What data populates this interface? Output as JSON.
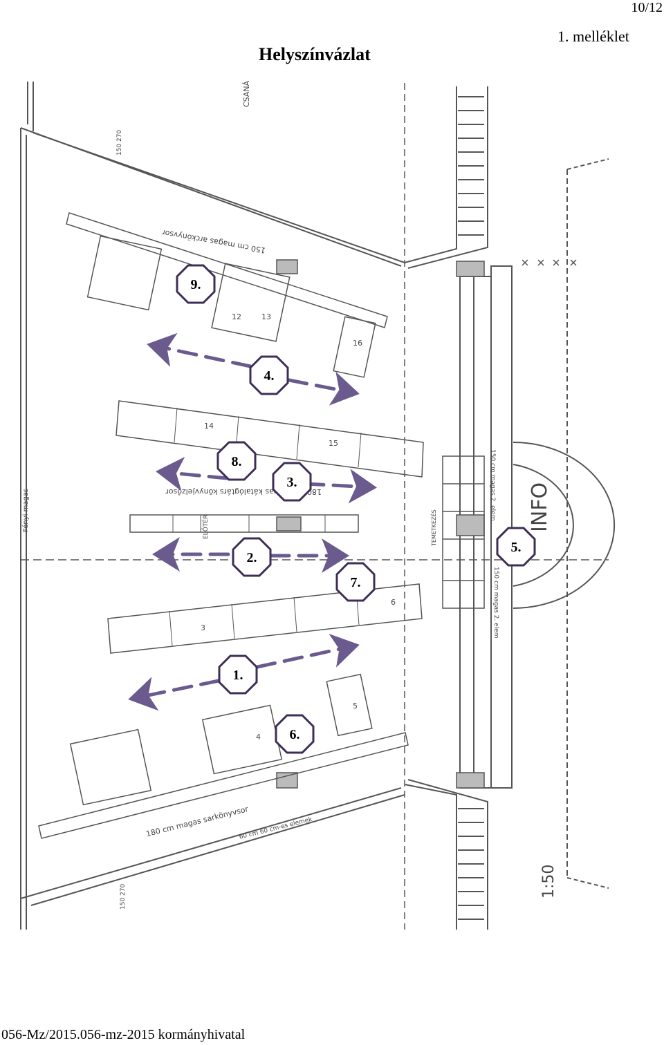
{
  "header": {
    "page_number": "10/12",
    "annex_label": "1. melléklet",
    "title": "Helyszínvázlat"
  },
  "footer": {
    "reference": "056-Mz/2015.056-mz-2015 kormányhivatal"
  },
  "markers": [
    "1.",
    "2.",
    "3.",
    "4.",
    "5.",
    "6.",
    "7.",
    "8.",
    "9."
  ],
  "sketch_labels": {
    "csana": "CSANÁ",
    "info": "INFO",
    "scale": "1:50",
    "eloter": "ELŐTÉR",
    "temetkezes": "TEMETKEZÉS",
    "feny_magas": "Fényi magas",
    "wall_top": "150 cm magas arckönyvsor",
    "wall_bottom": "180 cm magas sarkönyvsor",
    "mid_row": "180 cm magas kátalógtárs könyvjelzősor",
    "right_top": "150 cm magas 2. elem",
    "right_bottom": "150 cm magas 2. elem",
    "bottom_note": "60 cm 60 cm-es elemek",
    "stall_nums_upper": [
      "12",
      "13",
      "14",
      "15",
      "16"
    ],
    "stall_nums_lower": [
      "3",
      "4",
      "5",
      "6"
    ],
    "door_top": "150 270",
    "door_bottom": "150 270"
  },
  "colors": {
    "marker_border": "#3e2d57",
    "arrow": "#6b5a8e",
    "pencil": "#555555"
  }
}
